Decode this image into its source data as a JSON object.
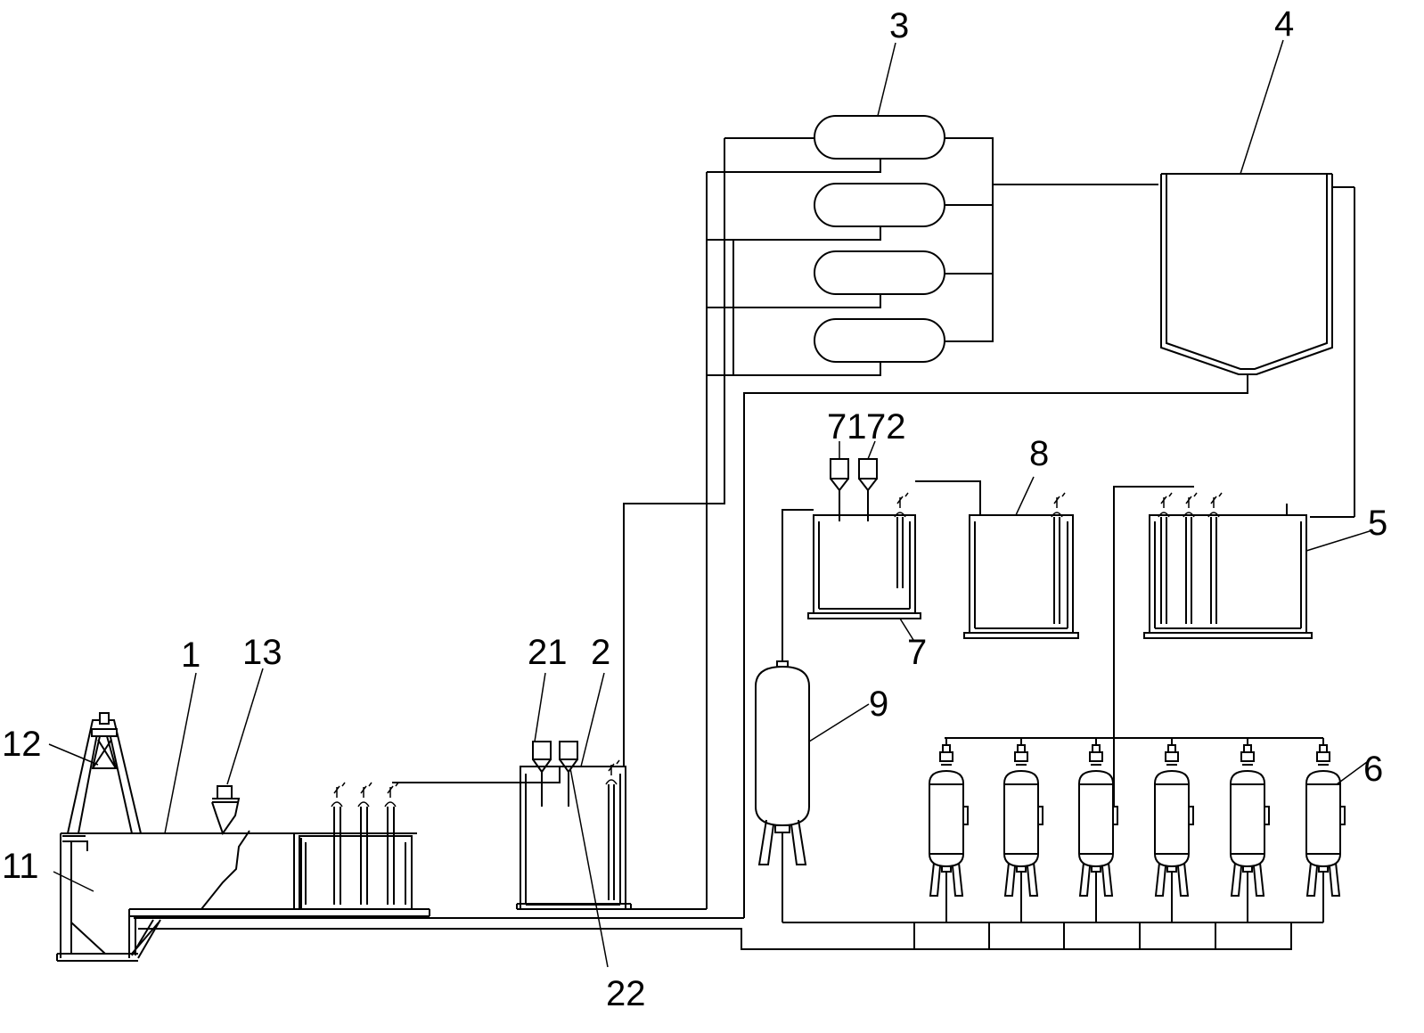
{
  "labels": {
    "l1": "1",
    "l2": "2",
    "l3": "3",
    "l4": "4",
    "l5": "5",
    "l6": "6",
    "l7": "7",
    "l8": "8",
    "l9": "9",
    "l11": "11",
    "l12": "12",
    "l13": "13",
    "l21": "21",
    "l22": "22",
    "l71": "71",
    "l72": "72"
  }
}
